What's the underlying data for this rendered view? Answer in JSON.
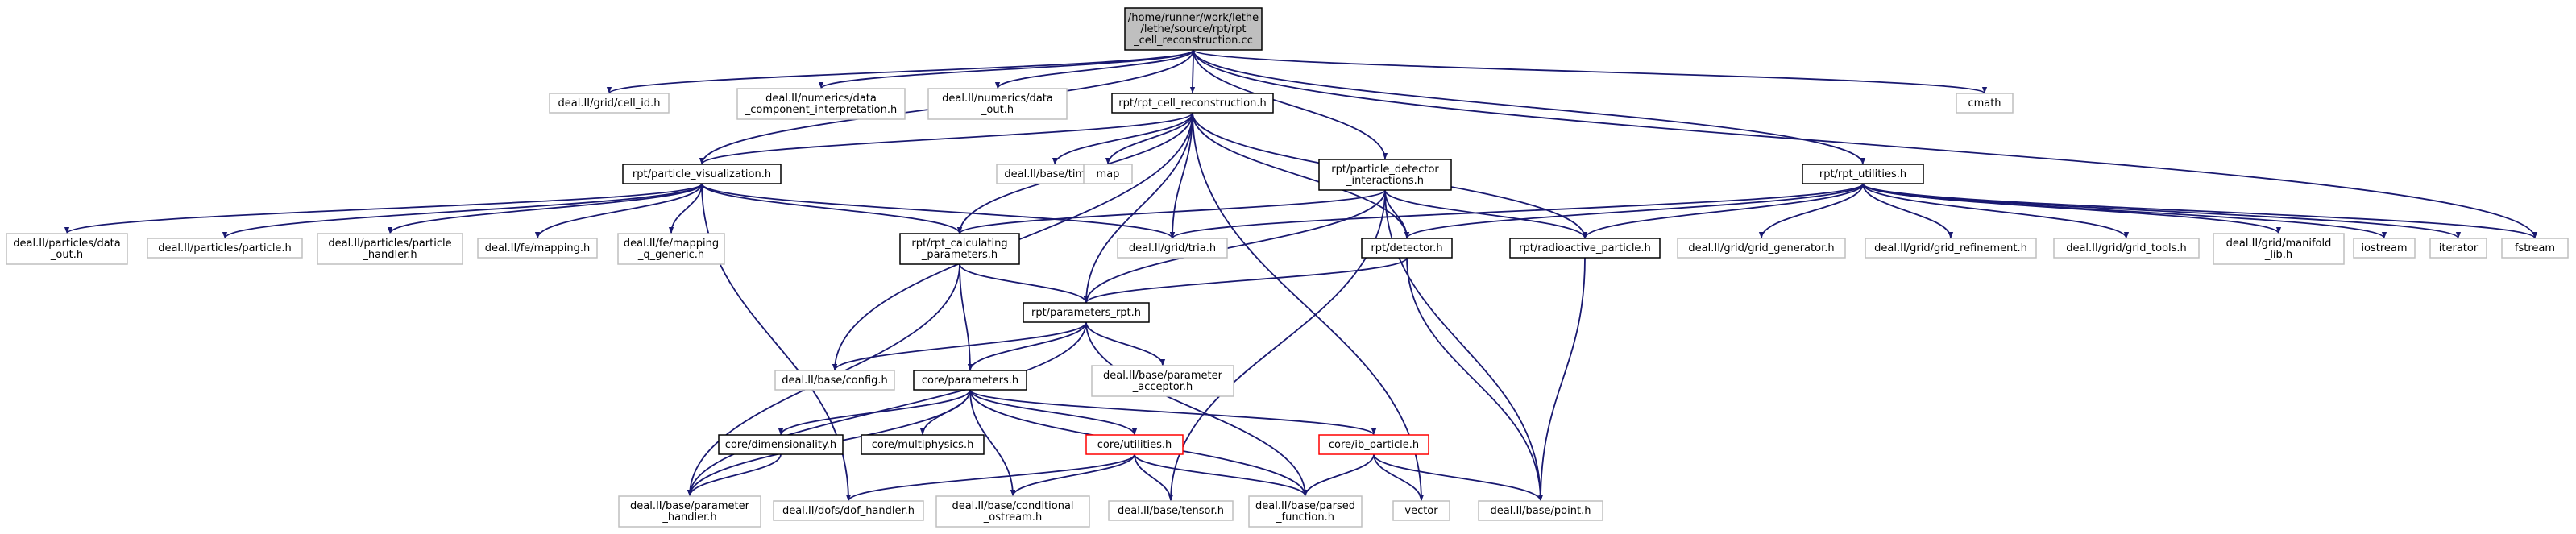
{
  "diagram": {
    "type": "include-dependency-graph",
    "colors": {
      "edge": "#191970",
      "node_border_default": "#000000",
      "node_border_external": "#bfbfbf",
      "node_border_incomplete": "#ff0000",
      "root_fill": "#bfbfbf",
      "node_fill": "#ffffff"
    },
    "nodes": [
      {
        "id": "root",
        "lines": [
          "/home/runner/work/lethe",
          "/lethe/source/rpt/rpt",
          "_cell_reconstruction.cc"
        ],
        "style": "root"
      },
      {
        "id": "cell_id",
        "lines": [
          "deal.II/grid/cell_id.h"
        ],
        "style": "external"
      },
      {
        "id": "data_comp",
        "lines": [
          "deal.II/numerics/data",
          "_component_interpretation.h"
        ],
        "style": "external"
      },
      {
        "id": "data_out",
        "lines": [
          "deal.II/numerics/data",
          "_out.h"
        ],
        "style": "external"
      },
      {
        "id": "rpt_cell_rec",
        "lines": [
          "rpt/rpt_cell_reconstruction.h"
        ],
        "style": "default"
      },
      {
        "id": "cmath",
        "lines": [
          "cmath"
        ],
        "style": "external"
      },
      {
        "id": "particle_vis",
        "lines": [
          "rpt/particle_visualization.h"
        ],
        "style": "default"
      },
      {
        "id": "timer",
        "lines": [
          "deal.II/base/timer.h"
        ],
        "style": "external"
      },
      {
        "id": "map",
        "lines": [
          "map"
        ],
        "style": "external"
      },
      {
        "id": "particle_det",
        "lines": [
          "rpt/particle_detector",
          "_interactions.h"
        ],
        "style": "default"
      },
      {
        "id": "rpt_utilities",
        "lines": [
          "rpt/rpt_utilities.h"
        ],
        "style": "default"
      },
      {
        "id": "particles_data_out",
        "lines": [
          "deal.II/particles/data",
          "_out.h"
        ],
        "style": "external"
      },
      {
        "id": "particles_particle",
        "lines": [
          "deal.II/particles/particle.h"
        ],
        "style": "external"
      },
      {
        "id": "particles_handler",
        "lines": [
          "deal.II/particles/particle",
          "_handler.h"
        ],
        "style": "external"
      },
      {
        "id": "fe_mapping",
        "lines": [
          "deal.II/fe/mapping.h"
        ],
        "style": "external"
      },
      {
        "id": "fe_mapping_q",
        "lines": [
          "deal.II/fe/mapping",
          "_q_generic.h"
        ],
        "style": "external"
      },
      {
        "id": "rpt_calc",
        "lines": [
          "rpt/rpt_calculating",
          "_parameters.h"
        ],
        "style": "default"
      },
      {
        "id": "tria",
        "lines": [
          "deal.II/grid/tria.h"
        ],
        "style": "external"
      },
      {
        "id": "detector",
        "lines": [
          "rpt/detector.h"
        ],
        "style": "default"
      },
      {
        "id": "radioactive",
        "lines": [
          "rpt/radioactive_particle.h"
        ],
        "style": "default"
      },
      {
        "id": "grid_gen",
        "lines": [
          "deal.II/grid/grid_generator.h"
        ],
        "style": "external"
      },
      {
        "id": "grid_ref",
        "lines": [
          "deal.II/grid/grid_refinement.h"
        ],
        "style": "external"
      },
      {
        "id": "grid_tools",
        "lines": [
          "deal.II/grid/grid_tools.h"
        ],
        "style": "external"
      },
      {
        "id": "grid_manifold",
        "lines": [
          "deal.II/grid/manifold",
          "_lib.h"
        ],
        "style": "external"
      },
      {
        "id": "iostream",
        "lines": [
          "iostream"
        ],
        "style": "external"
      },
      {
        "id": "iterator",
        "lines": [
          "iterator"
        ],
        "style": "external"
      },
      {
        "id": "fstream",
        "lines": [
          "fstream"
        ],
        "style": "external"
      },
      {
        "id": "params_rpt",
        "lines": [
          "rpt/parameters_rpt.h"
        ],
        "style": "default"
      },
      {
        "id": "config",
        "lines": [
          "deal.II/base/config.h"
        ],
        "style": "external"
      },
      {
        "id": "core_params",
        "lines": [
          "core/parameters.h"
        ],
        "style": "default"
      },
      {
        "id": "param_acceptor",
        "lines": [
          "deal.II/base/parameter",
          "_acceptor.h"
        ],
        "style": "external"
      },
      {
        "id": "core_dim",
        "lines": [
          "core/dimensionality.h"
        ],
        "style": "default"
      },
      {
        "id": "core_multi",
        "lines": [
          "core/multiphysics.h"
        ],
        "style": "default"
      },
      {
        "id": "core_util",
        "lines": [
          "core/utilities.h"
        ],
        "style": "incomplete"
      },
      {
        "id": "core_ib",
        "lines": [
          "core/ib_particle.h"
        ],
        "style": "incomplete"
      },
      {
        "id": "param_handler",
        "lines": [
          "deal.II/base/parameter",
          "_handler.h"
        ],
        "style": "external"
      },
      {
        "id": "dof_handler",
        "lines": [
          "deal.II/dofs/dof_handler.h"
        ],
        "style": "external"
      },
      {
        "id": "cond_ostream",
        "lines": [
          "deal.II/base/conditional",
          "_ostream.h"
        ],
        "style": "external"
      },
      {
        "id": "tensor",
        "lines": [
          "deal.II/base/tensor.h"
        ],
        "style": "external"
      },
      {
        "id": "parsed_func",
        "lines": [
          "deal.II/base/parsed",
          "_function.h"
        ],
        "style": "external"
      },
      {
        "id": "vector",
        "lines": [
          "vector"
        ],
        "style": "external"
      },
      {
        "id": "point",
        "lines": [
          "deal.II/base/point.h"
        ],
        "style": "external"
      }
    ],
    "edges": [
      [
        "root",
        "cell_id"
      ],
      [
        "root",
        "data_comp"
      ],
      [
        "root",
        "data_out"
      ],
      [
        "root",
        "rpt_cell_rec"
      ],
      [
        "root",
        "cmath"
      ],
      [
        "root",
        "particle_vis"
      ],
      [
        "root",
        "particle_det"
      ],
      [
        "root",
        "rpt_utilities"
      ],
      [
        "root",
        "fstream"
      ],
      [
        "rpt_cell_rec",
        "particle_vis"
      ],
      [
        "rpt_cell_rec",
        "timer"
      ],
      [
        "rpt_cell_rec",
        "map"
      ],
      [
        "rpt_cell_rec",
        "rpt_calc"
      ],
      [
        "rpt_cell_rec",
        "tria"
      ],
      [
        "rpt_cell_rec",
        "detector"
      ],
      [
        "rpt_cell_rec",
        "radioactive"
      ],
      [
        "rpt_cell_rec",
        "params_rpt"
      ],
      [
        "rpt_cell_rec",
        "config"
      ],
      [
        "rpt_cell_rec",
        "vector"
      ],
      [
        "particle_vis",
        "particles_data_out"
      ],
      [
        "particle_vis",
        "particles_particle"
      ],
      [
        "particle_vis",
        "particles_handler"
      ],
      [
        "particle_vis",
        "fe_mapping"
      ],
      [
        "particle_vis",
        "fe_mapping_q"
      ],
      [
        "particle_vis",
        "rpt_calc"
      ],
      [
        "particle_vis",
        "tria"
      ],
      [
        "particle_vis",
        "dof_handler"
      ],
      [
        "particle_det",
        "rpt_calc"
      ],
      [
        "particle_det",
        "detector"
      ],
      [
        "particle_det",
        "radioactive"
      ],
      [
        "particle_det",
        "params_rpt"
      ],
      [
        "particle_det",
        "tensor"
      ],
      [
        "particle_det",
        "point"
      ],
      [
        "rpt_utilities",
        "tria"
      ],
      [
        "rpt_utilities",
        "detector"
      ],
      [
        "rpt_utilities",
        "radioactive"
      ],
      [
        "rpt_utilities",
        "grid_gen"
      ],
      [
        "rpt_utilities",
        "grid_ref"
      ],
      [
        "rpt_utilities",
        "grid_tools"
      ],
      [
        "rpt_utilities",
        "grid_manifold"
      ],
      [
        "rpt_utilities",
        "iostream"
      ],
      [
        "rpt_utilities",
        "iterator"
      ],
      [
        "rpt_utilities",
        "fstream"
      ],
      [
        "rpt_calc",
        "params_rpt"
      ],
      [
        "rpt_calc",
        "core_params"
      ],
      [
        "rpt_calc",
        "param_handler"
      ],
      [
        "detector",
        "params_rpt"
      ],
      [
        "detector",
        "point"
      ],
      [
        "radioactive",
        "point"
      ],
      [
        "params_rpt",
        "config"
      ],
      [
        "params_rpt",
        "core_params"
      ],
      [
        "params_rpt",
        "param_acceptor"
      ],
      [
        "params_rpt",
        "param_handler"
      ],
      [
        "params_rpt",
        "parsed_func"
      ],
      [
        "core_params",
        "core_dim"
      ],
      [
        "core_params",
        "core_multi"
      ],
      [
        "core_params",
        "core_util"
      ],
      [
        "core_params",
        "core_ib"
      ],
      [
        "core_params",
        "param_handler"
      ],
      [
        "core_params",
        "cond_ostream"
      ],
      [
        "core_params",
        "parsed_func"
      ],
      [
        "core_dim",
        "param_handler"
      ],
      [
        "core_util",
        "dof_handler"
      ],
      [
        "core_util",
        "cond_ostream"
      ],
      [
        "core_util",
        "tensor"
      ],
      [
        "core_util",
        "parsed_func"
      ],
      [
        "core_ib",
        "point"
      ],
      [
        "core_ib",
        "vector"
      ],
      [
        "core_ib",
        "parsed_func"
      ]
    ]
  }
}
